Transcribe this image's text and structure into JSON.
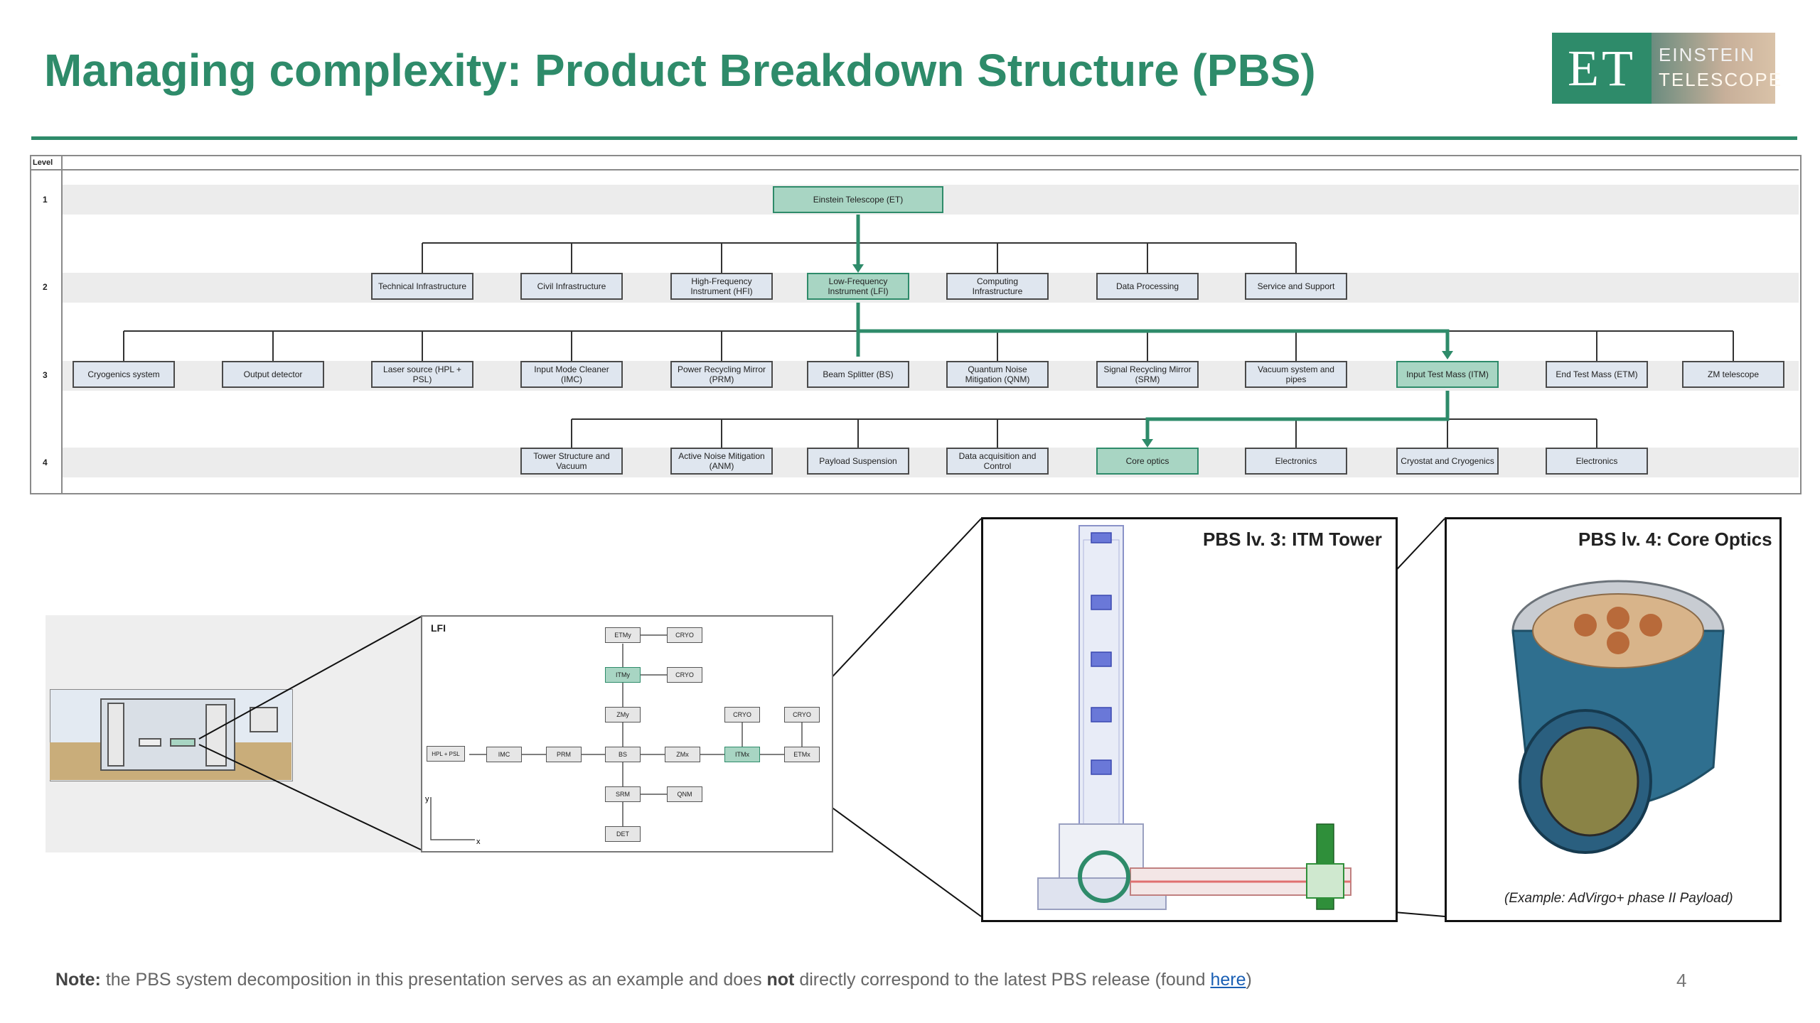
{
  "title": "Managing complexity: Product Breakdown Structure (PBS)",
  "logo": {
    "mark": "ET",
    "line1": "EINSTEIN",
    "line2": "TELESCOPE"
  },
  "pbs": {
    "level_header": "Level",
    "levels": [
      "1",
      "2",
      "3",
      "4"
    ],
    "level1": [
      "Einstein Telescope (ET)"
    ],
    "level2": [
      "Technical Infrastructure",
      "Civil Infrastructure",
      "High-Frequency Instrument (HFI)",
      "Low-Frequency Instrument (LFI)",
      "Computing Infrastructure",
      "Data Processing",
      "Service and Support"
    ],
    "level3": [
      "Cryogenics system",
      "Output detector",
      "Laser source (HPL + PSL)",
      "Input Mode Cleaner (IMC)",
      "Power Recycling Mirror (PRM)",
      "Beam Splitter (BS)",
      "Quantum Noise Mitigation (QNM)",
      "Signal Recycling Mirror (SRM)",
      "Vacuum system and pipes",
      "Input Test Mass (ITM)",
      "End Test Mass (ETM)",
      "ZM telescope"
    ],
    "level4": [
      "Tower Structure and Vacuum",
      "Active Noise Mitigation (ANM)",
      "Payload Suspension",
      "Data acquisition and Control",
      "Core optics",
      "Electronics",
      "Cryostat and Cryogenics",
      "Electronics"
    ]
  },
  "lfi": {
    "label": "LFI",
    "blocks": [
      "ETMy",
      "CRYO",
      "ITMy",
      "CRYO",
      "ZMy",
      "CRYO",
      "CRYO",
      "HPL + PSL",
      "IMC",
      "PRM",
      "BS",
      "ZMx",
      "ITMx",
      "ETMx",
      "SRM",
      "QNM",
      "DET"
    ],
    "axis_y": "y",
    "axis_x": "x"
  },
  "tower_panel": {
    "label": "PBS lv. 3: ITM Tower"
  },
  "core_panel": {
    "label": "PBS lv. 4: Core Optics",
    "caption": "(Example: AdVirgo+ phase II Payload)"
  },
  "footnote": {
    "prefix": "Note:",
    "text1": " the PBS system decomposition in this presentation serves as an example and does ",
    "bold": "not",
    "text2": " directly correspond to the latest PBS release (found ",
    "link": "here",
    "suffix": ")"
  },
  "page_number": "4",
  "colors": {
    "accent": "#2e8b6a",
    "node_fill": "#dfe6ef",
    "highlight_fill": "#a8d5c3"
  }
}
